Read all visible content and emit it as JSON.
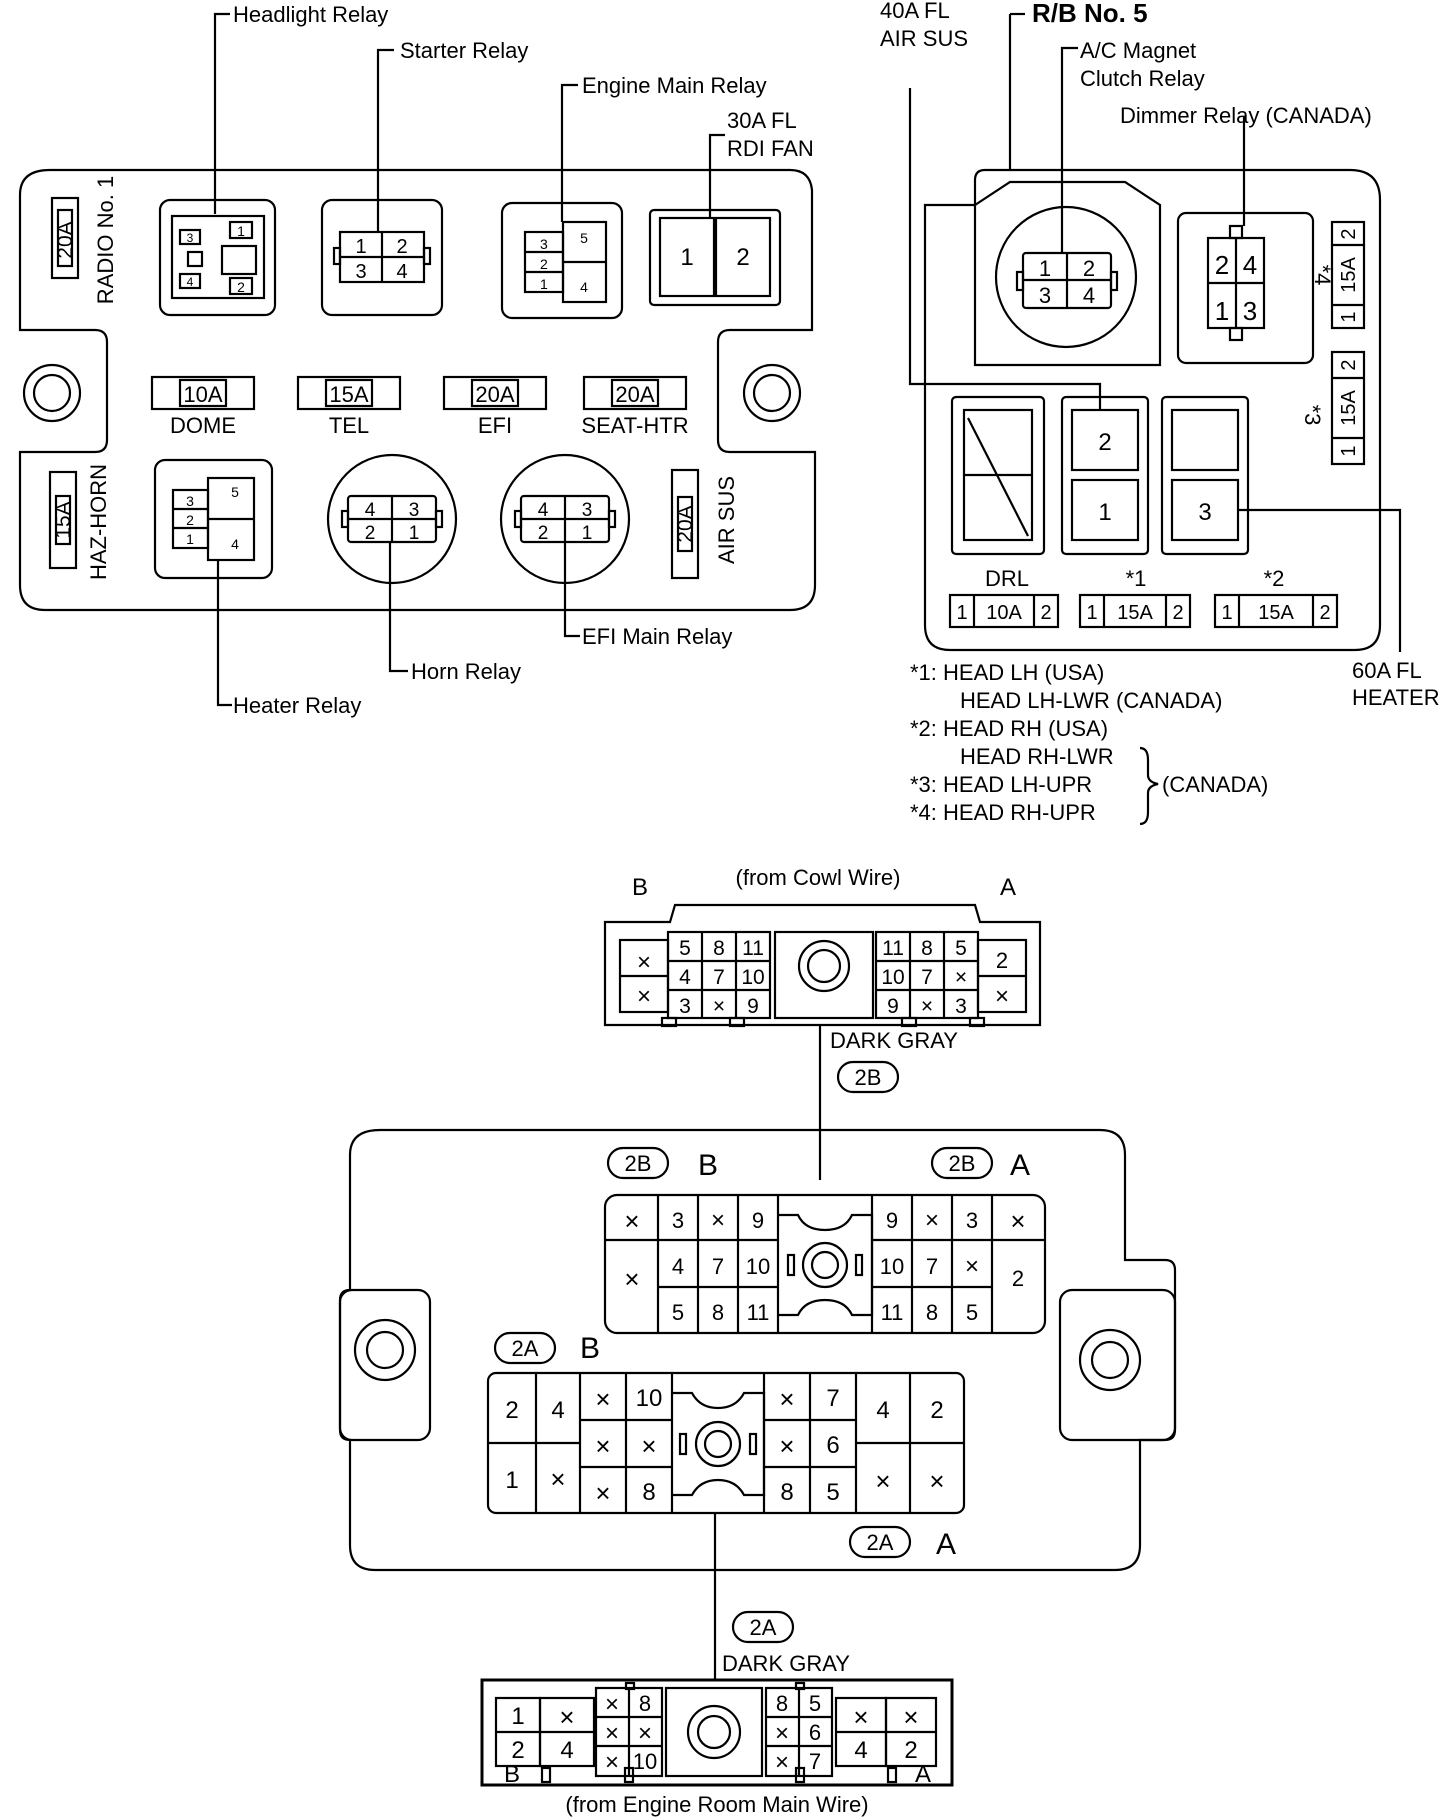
{
  "relay_block_1": {
    "headlight_relay": "Headlight Relay",
    "starter_relay": "Starter Relay",
    "engine_main_relay": "Engine Main Relay",
    "fl30_line1": "30A FL",
    "fl30_line2": "RDI FAN",
    "radio_label": "RADIO No. 1",
    "radio_amp": "20A",
    "dome_amp": "10A",
    "dome_label": "DOME",
    "tel_amp": "15A",
    "tel_label": "TEL",
    "efi_amp": "20A",
    "efi_label": "EFI",
    "seat_amp": "20A",
    "seat_label": "SEAT-HTR",
    "haz_amp": "15A",
    "haz_label": "HAZ-HORN",
    "airsus_amp": "20A",
    "airsus_label": "AIR SUS",
    "heater_relay": "Heater Relay",
    "horn_relay": "Horn Relay",
    "efi_main_relay": "EFI Main Relay"
  },
  "relay_block_5": {
    "title": "R/B No. 5",
    "fl40_line1": "40A FL",
    "fl40_line2": "AIR SUS",
    "ac_line1": "A/C Magnet",
    "ac_line2": "Clutch Relay",
    "dimmer": "Dimmer Relay (CANADA)",
    "fl60_line1": "60A FL",
    "fl60_line2": "HEATER",
    "drl_label": "DRL",
    "drl_amp": "10A",
    "s1_label": "*1",
    "s1_amp": "15A",
    "s2_label": "*2",
    "s2_amp": "15A",
    "s3_label": "*3",
    "s3_amp": "15A",
    "s4_label": "*4",
    "s4_amp": "15A"
  },
  "notes": {
    "n1a": "*1:  HEAD LH (USA)",
    "n1b": "HEAD LH-LWR (CANADA)",
    "n2a": "*2:  HEAD RH (USA)",
    "n2b": "HEAD RH-LWR",
    "n3": "*3:  HEAD LH-UPR",
    "n4": "*4:  HEAD RH-UPR",
    "canada": "(CANADA)"
  },
  "connectors": {
    "cowl_label": "(from Cowl Wire)",
    "cowl_color": "DARK GRAY",
    "tag_2b": "2B",
    "tag_2a": "2A",
    "letter_a": "A",
    "letter_b": "B",
    "engine_color": "DARK GRAY",
    "engine_label": "(from Engine Room Main Wire)"
  }
}
